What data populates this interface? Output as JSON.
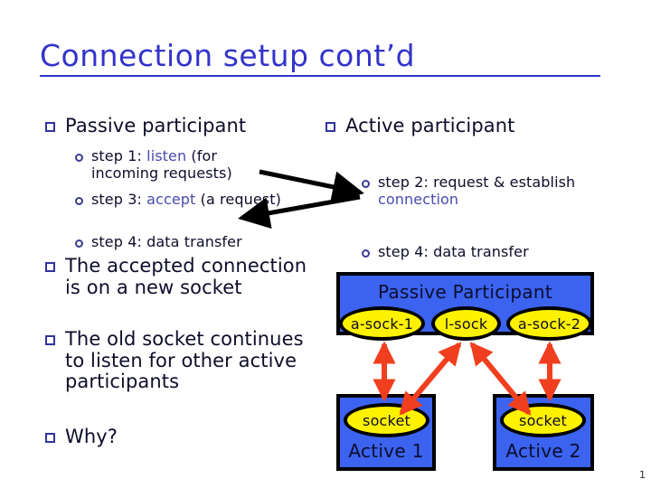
{
  "slide": {
    "title": "Connection setup cont’d",
    "page_number": "1",
    "colors": {
      "title_blue": "#3333CC",
      "keyword_blue": "#4A4AAE",
      "body_navy": "#0D0D2B",
      "box_blue": "#3B63F0",
      "ellipse_yellow": "#FFF200",
      "arrow_red": "#F03F1E",
      "bullet_navy": "#33339E",
      "border_black": "#000000",
      "background": "#FFFFFF"
    }
  },
  "left_column": {
    "heading": "Passive participant",
    "steps": [
      {
        "text_before": "step 1: ",
        "keyword": "listen",
        "text_after": " (for incoming requests)"
      },
      {
        "text_before": "step 3: ",
        "keyword": "accept",
        "text_after": " (a request)"
      },
      {
        "text_before": "step 4: data transfer",
        "keyword": "",
        "text_after": ""
      }
    ],
    "bullets": [
      "The accepted connection is on a new socket",
      "The old socket continues to listen for other active participants",
      "Why?"
    ]
  },
  "right_column": {
    "heading": "Active participant",
    "steps": [
      {
        "text_before": "step 2: request & establish ",
        "keyword": "connection",
        "text_after": ""
      },
      {
        "text_before": "step 4: data transfer",
        "keyword": "",
        "text_after": ""
      }
    ]
  },
  "diagram": {
    "passive_box": {
      "label": "Passive Participant",
      "sockets": [
        "a-sock-1",
        "l-sock",
        "a-sock-2"
      ]
    },
    "active_boxes": [
      {
        "label": "Active 1",
        "socket": "socket"
      },
      {
        "label": "Active 2",
        "socket": "socket"
      }
    ],
    "connections": [
      {
        "from": "a-sock-1",
        "to": "Active 1 socket",
        "style": "double-headed-vertical"
      },
      {
        "from": "l-sock",
        "to": "Active 1 socket",
        "style": "double-headed-diagonal"
      },
      {
        "from": "l-sock",
        "to": "Active 2 socket",
        "style": "double-headed-diagonal"
      },
      {
        "from": "a-sock-2",
        "to": "Active 2 socket",
        "style": "double-headed-vertical"
      }
    ]
  },
  "annotations": {
    "black_arrows": [
      {
        "from": "incoming requests)",
        "to": "step 2: request & establish connection"
      },
      {
        "from": "step 2: request & establish connection",
        "to": "request)"
      }
    ]
  }
}
